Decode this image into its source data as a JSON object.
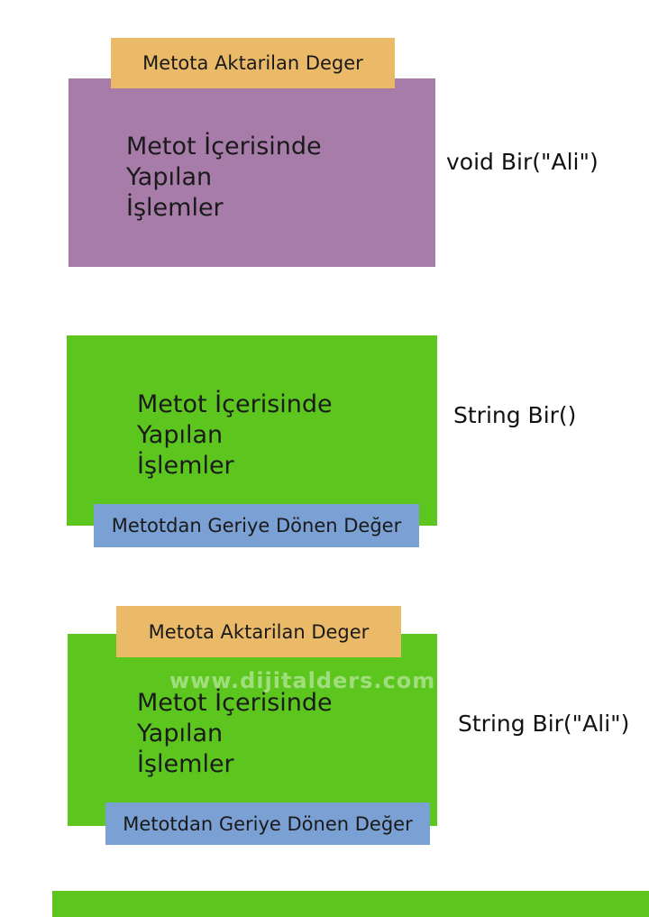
{
  "page": {
    "background": "#ffffff",
    "watermark": "www.dijitalders.com"
  },
  "colors": {
    "method_body_purple": "#A77CA8",
    "method_body_green": "#5CC61F",
    "param_label_orange": "#EABA68",
    "return_label_blue": "#7AA0D4",
    "text": "#1a1a1a",
    "watermark_text": "rgba(255,255,255,0.42)",
    "footer_strip_green": "#5CC61F"
  },
  "blocks": [
    {
      "param_label": "Metota Aktarilan Deger",
      "body_text": "Metot İçerisinde\nYapılan\nİşlemler",
      "signature": "void Bir(\"Ali\")"
    },
    {
      "body_text": "Metot İçerisinde\nYapılan\nİşlemler",
      "return_label": "Metotdan Geriye Dönen Değer",
      "signature": "String Bir()"
    },
    {
      "param_label": "Metota Aktarilan Deger",
      "watermark": "www.dijitalders.com",
      "body_text": "Metot İçerisinde\nYapılan\nİşlemler",
      "return_label": "Metotdan Geriye Dönen Değer",
      "signature": "String Bir(\"Ali\")"
    }
  ]
}
